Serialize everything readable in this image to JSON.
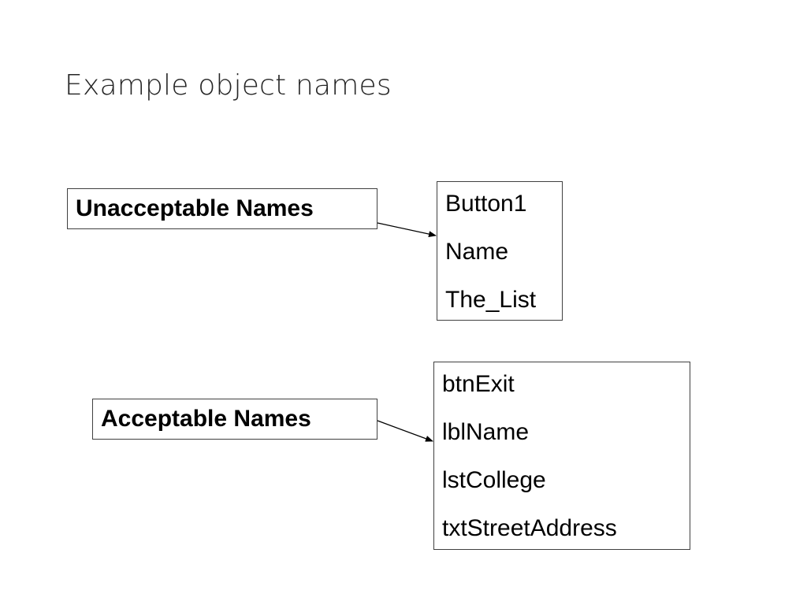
{
  "slide": {
    "title": "Example object names"
  },
  "unacceptable": {
    "label": "Unacceptable Names",
    "items": [
      "Button1",
      "Name",
      "The_List"
    ]
  },
  "acceptable": {
    "label": "Acceptable Names",
    "items": [
      "btnExit",
      "lblName",
      "lstCollege",
      "txtStreetAddress"
    ]
  },
  "colors": {
    "title_text": "#262626",
    "border": "#404040",
    "arrow": "#000000"
  }
}
